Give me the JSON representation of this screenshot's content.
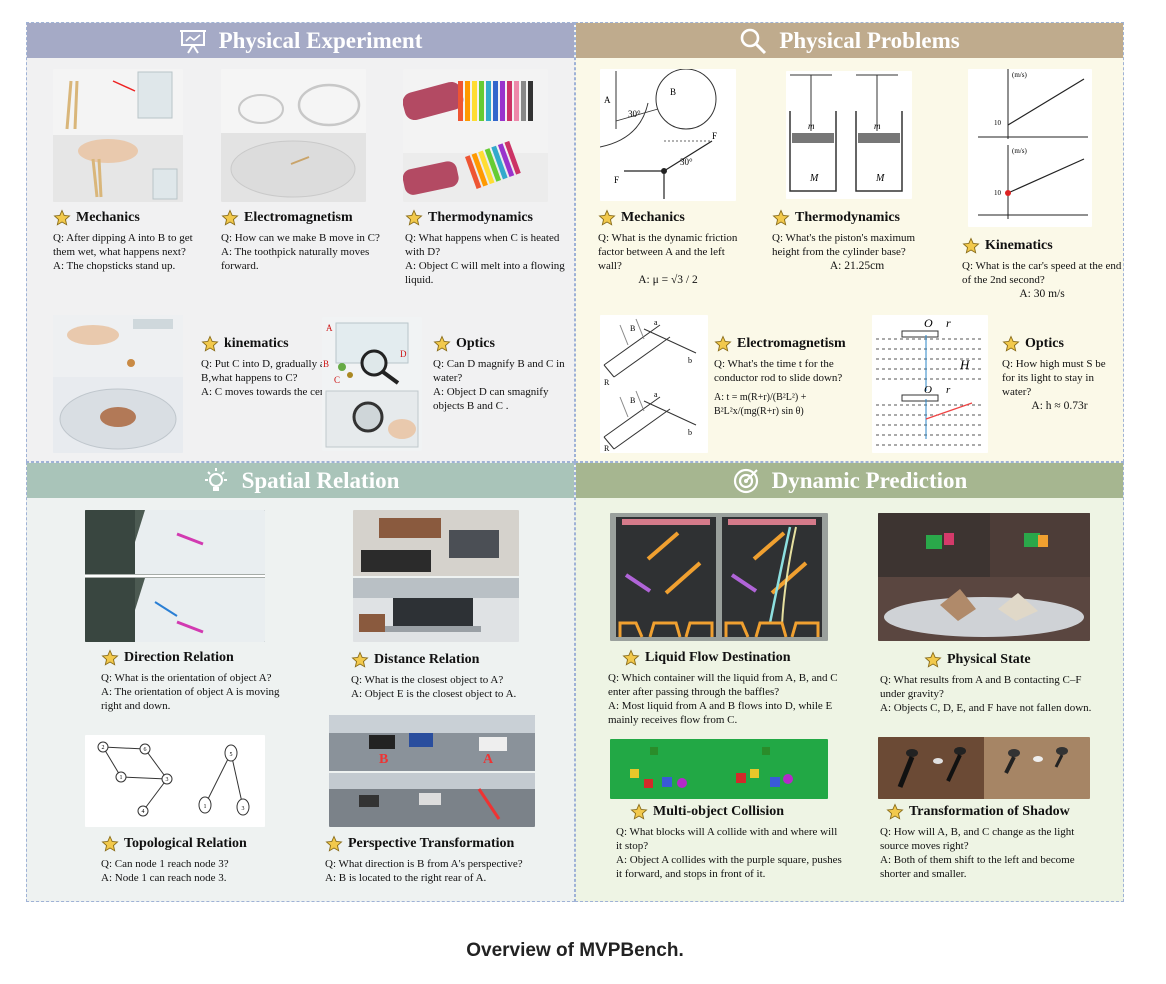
{
  "sections": {
    "physical_experiment": {
      "title": "Physical Experiment",
      "mechanics": {
        "title": "Mechanics",
        "q": "Q:  After dipping A into B to get them wet, what happens next?",
        "a": "A:  The chopsticks stand up."
      },
      "electromagnetism": {
        "title": "Electromagnetism",
        "q": "Q:  How can we make B move in C?",
        "a": "A:  The toothpick naturally moves forward."
      },
      "thermodynamics": {
        "title": "Thermodynamics",
        "q": "Q:  What happens when C is heated with D?",
        "a": "A:  Object C will melt into a flowing liquid."
      },
      "kinematics": {
        "title": "kinematics",
        "q": "Q:  Put C into D, gradually add B,what happens to C?",
        "a": "A:  C moves towards the center."
      },
      "optics": {
        "title": "Optics",
        "q": "Q:  Can D magnify B and C in water?",
        "a": "A:  Object D can smagnify objects B and C ."
      }
    },
    "physical_problems": {
      "title": "Physical Problems",
      "mechanics": {
        "title": "Mechanics",
        "q": "Q:  What is the dynamic friction factor between A and the left wall?",
        "a": "A:  μ = √3 / 2"
      },
      "thermodynamics": {
        "title": "Thermodynamics",
        "q": "Q:  What's the piston's maximum height from the cylinder base?",
        "a": "A:  21.25cm"
      },
      "kinematics": {
        "title": "Kinematics",
        "q": "Q:  What is the car's speed at the end of the 2nd second?",
        "a": "A:  30 m/s"
      },
      "electromagnetism": {
        "title": "Electromagnetism",
        "q": "Q:  What's the time t for the conductor rod to slide down?",
        "a": "A:  t = m(R+r)/(B²L²) + B²L²x/(mg(R+r) sin θ)"
      },
      "optics": {
        "title": "Optics",
        "q": "Q:  How high must S be for its light to stay in water?",
        "a": "A:  h ≈ 0.73r"
      }
    },
    "spatial_relation": {
      "title": "Spatial Relation",
      "direction": {
        "title": "Direction Relation",
        "q": "Q:  What is the orientation of object A?",
        "a": "A:  The orientation of object A is moving right and down."
      },
      "distance": {
        "title": "Distance Relation",
        "q": "Q:  What is the closest object to A?",
        "a": "A:  Object E is the closest object to A."
      },
      "topological": {
        "title": "Topological Relation",
        "q": "Q:  Can node 1 reach node 3?",
        "a": "A:  Node 1 can reach node 3."
      },
      "perspective": {
        "title": "Perspective Transformation",
        "q": "Q:  What direction is B from A's perspective?",
        "a": "A:  B is located to the right rear of A."
      }
    },
    "dynamic_prediction": {
      "title": "Dynamic Prediction",
      "liquid": {
        "title": "Liquid Flow Destination",
        "q": "Q:  Which container will the liquid from A, B, and C enter after passing through the baffles?",
        "a": "A:  Most liquid from A and B flows into D, while E mainly receives flow from C."
      },
      "physical_state": {
        "title": "Physical State",
        "q": "Q:  What results from A and B contacting C–F under gravity?",
        "a": "A:  Objects C, D, E, and F have not fallen down."
      },
      "collision": {
        "title": "Multi-object Collision",
        "q": "Q:  What blocks will A collide with and where will it stop?",
        "a": "A:  Object A collides with the purple square, pushes it forward, and stops in front of it."
      },
      "shadow": {
        "title": "Transformation of Shadow",
        "q": "Q:  How will A, B, and C change as the light source moves right?",
        "a": "A:  Both of them shift to the left and become shorter and smaller."
      }
    }
  },
  "figure_labels": {
    "pp_mech_A": "A",
    "pp_mech_B": "B",
    "pp_mech_angle": "30°",
    "pp_mech_F": "F",
    "pp_mech_FN": "F",
    "pp_thermo_m": "m",
    "pp_thermo_M": "M",
    "pp_kin_axis": "(m/s)",
    "pp_kin_10": "10",
    "pp_opt_O": "O",
    "pp_opt_r": "r",
    "pp_opt_H": "H",
    "pp_em_B": "B",
    "pp_em_a": "a",
    "pp_em_b": "b",
    "pp_em_R": "R",
    "sr_topo_1": "1",
    "sr_topo_2": "2",
    "sr_topo_3": "3",
    "sr_topo_4": "4",
    "sr_topo_5": "5",
    "sr_topo_6": "6",
    "sr_persp_A": "A",
    "sr_persp_B": "B",
    "pe_opt_A": "A",
    "pe_opt_B": "B",
    "pe_opt_C": "C",
    "pe_opt_D": "D"
  },
  "caption": "Overview of MVPBench.",
  "colors": {
    "pe_band": "#a5aac6",
    "pp_band": "#bfab8d",
    "sr_band": "#a9c4b9",
    "dp_band": "#a6b690",
    "star": "#f2c94c"
  }
}
